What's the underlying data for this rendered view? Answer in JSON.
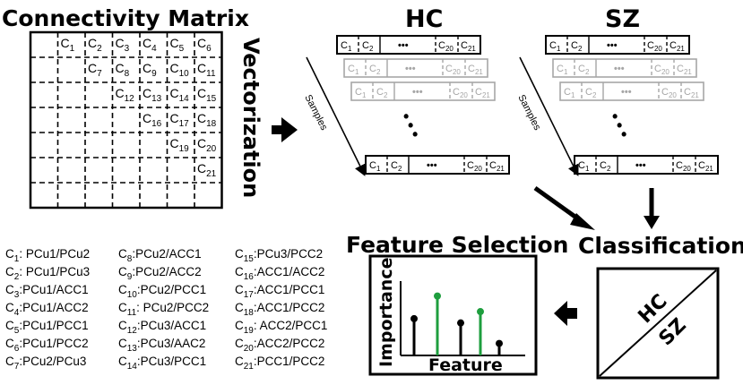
{
  "titles": {
    "matrix": "Connectivity Matrix",
    "vectorization": "Vectorization",
    "hc": "HC",
    "sz": "SZ",
    "feature_selection": "Feature Selection",
    "classification": "Classification"
  },
  "samples_label": "Samples",
  "ellipsis": "•••",
  "vertical_dots": "•",
  "vector_labels": {
    "c1": "C1",
    "c2": "C2",
    "c20": "C20",
    "c21": "C21"
  },
  "matrix_rows": [
    [
      "C1",
      "C2",
      "C3",
      "C4",
      "C5",
      "C6"
    ],
    [
      "C7",
      "C8",
      "C9",
      "C10",
      "C11"
    ],
    [
      "C12",
      "C13",
      "C14",
      "C15"
    ],
    [
      "C16",
      "C17",
      "C18"
    ],
    [
      "C19",
      "C20"
    ],
    [
      "C21"
    ]
  ],
  "legend": [
    [
      "C1",
      ": PCu1/PCu2"
    ],
    [
      "C2",
      ": PCu1/PCu3"
    ],
    [
      "C3",
      ":PCu1/ACC1"
    ],
    [
      "C4",
      ":PCu1/ACC2"
    ],
    [
      "C5",
      ":PCu1/PCC1"
    ],
    [
      "C6",
      ":PCu1/PCC2"
    ],
    [
      "C7",
      ":PCu2/PCu3"
    ],
    [
      "C8",
      ":PCu2/ACC1"
    ],
    [
      "C9",
      ":PCu2/ACC2"
    ],
    [
      "C10",
      ":PCu2/PCC1"
    ],
    [
      "C11",
      ": PCu2/PCC2"
    ],
    [
      "C12",
      ":PCu3/ACC1"
    ],
    [
      "C13",
      ":PCu3/AAC2"
    ],
    [
      "C14",
      ":PCu3/PCC1"
    ],
    [
      "C15",
      ":PCu3/PCC2"
    ],
    [
      "C16",
      ":ACC1/ACC2"
    ],
    [
      "C17",
      ":ACC1/PCC1"
    ],
    [
      "C18",
      ":ACC1/PCC2"
    ],
    [
      "C19",
      ": ACC2/PCC1"
    ],
    [
      "C20",
      ":ACC2/PCC2"
    ],
    [
      "C21",
      ":PCC1/PCC2"
    ]
  ],
  "feature_plot": {
    "ylabel": "Importance",
    "xlabel": "Feature",
    "stems": [
      {
        "value": 0.52,
        "color": "#000000"
      },
      {
        "value": 0.84,
        "color": "#1e9e3e"
      },
      {
        "value": 0.46,
        "color": "#000000"
      },
      {
        "value": 0.62,
        "color": "#1e9e3e"
      },
      {
        "value": 0.17,
        "color": "#000000"
      }
    ]
  },
  "class_box": {
    "top": "HC",
    "bottom": "SZ"
  },
  "colors": {
    "faded": "#a6a6a6",
    "green": "#1e9e3e"
  }
}
